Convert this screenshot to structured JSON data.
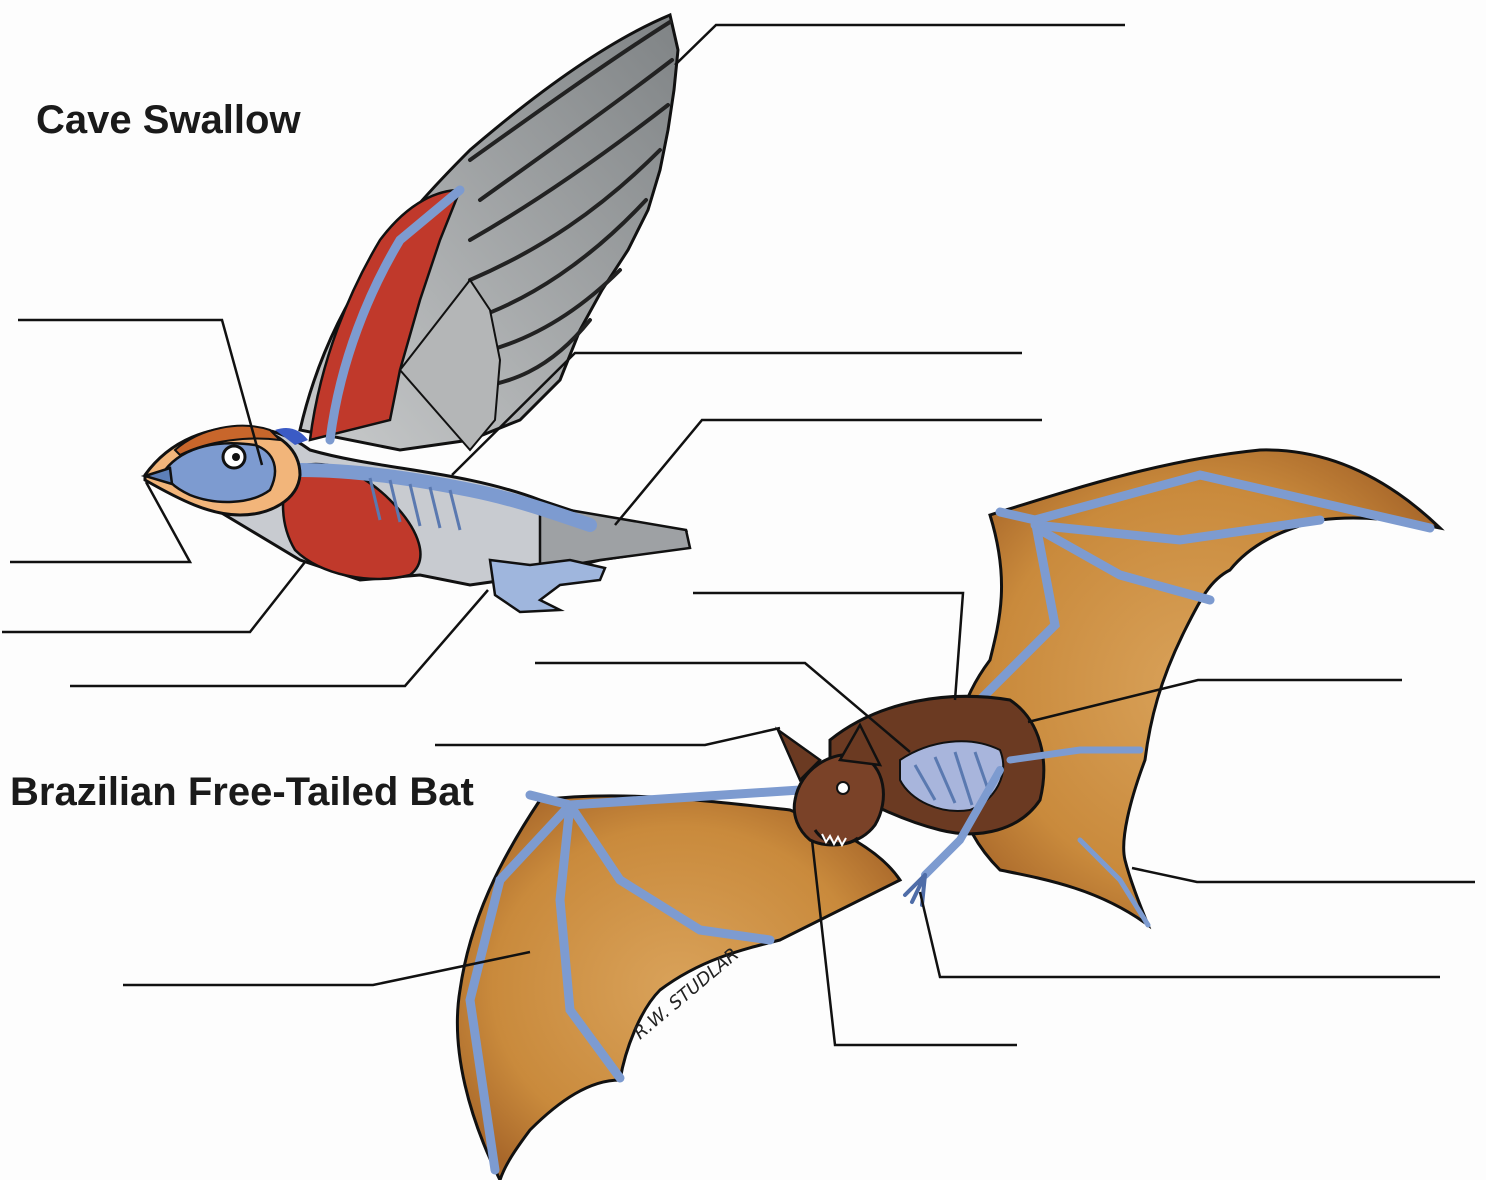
{
  "titles": {
    "swallow": "Cave Swallow",
    "bat": "Brazilian Free-Tailed Bat"
  },
  "signature": "R.W. STUDLAR",
  "colors": {
    "background": "#fdfdfd",
    "ink": "#111111",
    "bone_blue": "#7d9bd0",
    "muscle_red": "#c0392b",
    "feather_gray": "#a9acae",
    "membrane_orange": "#c98a3c",
    "bat_fur": "#6b3a22",
    "swallow_cap": "#c8662b",
    "swallow_throat": "#f2b57a"
  },
  "swallow_label_lines": [
    "blank",
    "blank",
    "blank",
    "blank",
    "blank",
    "blank",
    "blank"
  ],
  "bat_label_lines": [
    "blank",
    "blank",
    "blank",
    "blank",
    "blank",
    "blank",
    "blank",
    "blank"
  ]
}
